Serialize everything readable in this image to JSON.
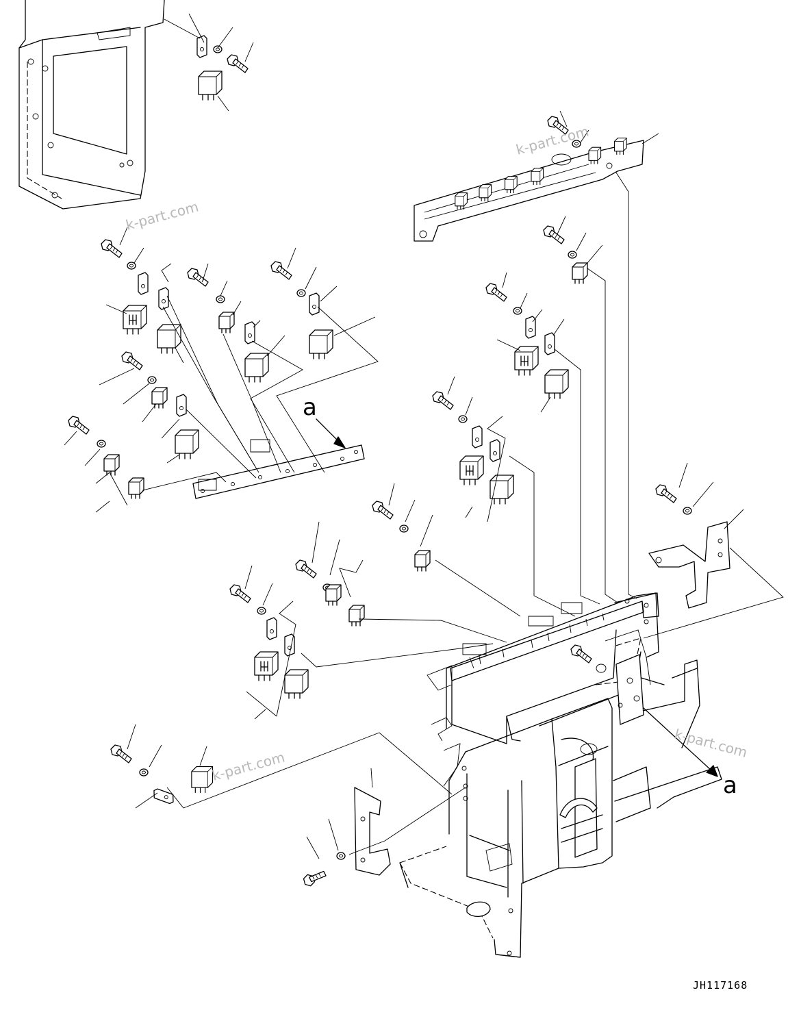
{
  "diagram": {
    "ref_label_top": "a",
    "ref_label_bottom": "a",
    "drawing_code": "JH117168",
    "watermarks": [
      "k-part.com",
      "k-part.com",
      "k-part.com",
      "k-part.com"
    ]
  }
}
